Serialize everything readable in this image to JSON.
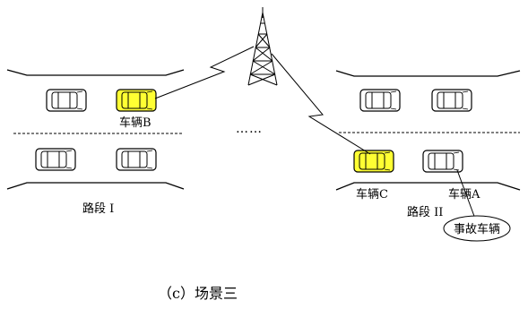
{
  "labels": {
    "vehicle_b": "车辆B",
    "vehicle_c": "车辆C",
    "vehicle_a": "车辆A",
    "segment_1": "路段 I",
    "segment_2": "路段 II",
    "accident_vehicle": "事故车辆",
    "ellipsis": "……",
    "caption": "（c）场景三"
  },
  "colors": {
    "highlight_car": "#ffff33",
    "normal_car": "#ffffff",
    "line": "#000000"
  }
}
